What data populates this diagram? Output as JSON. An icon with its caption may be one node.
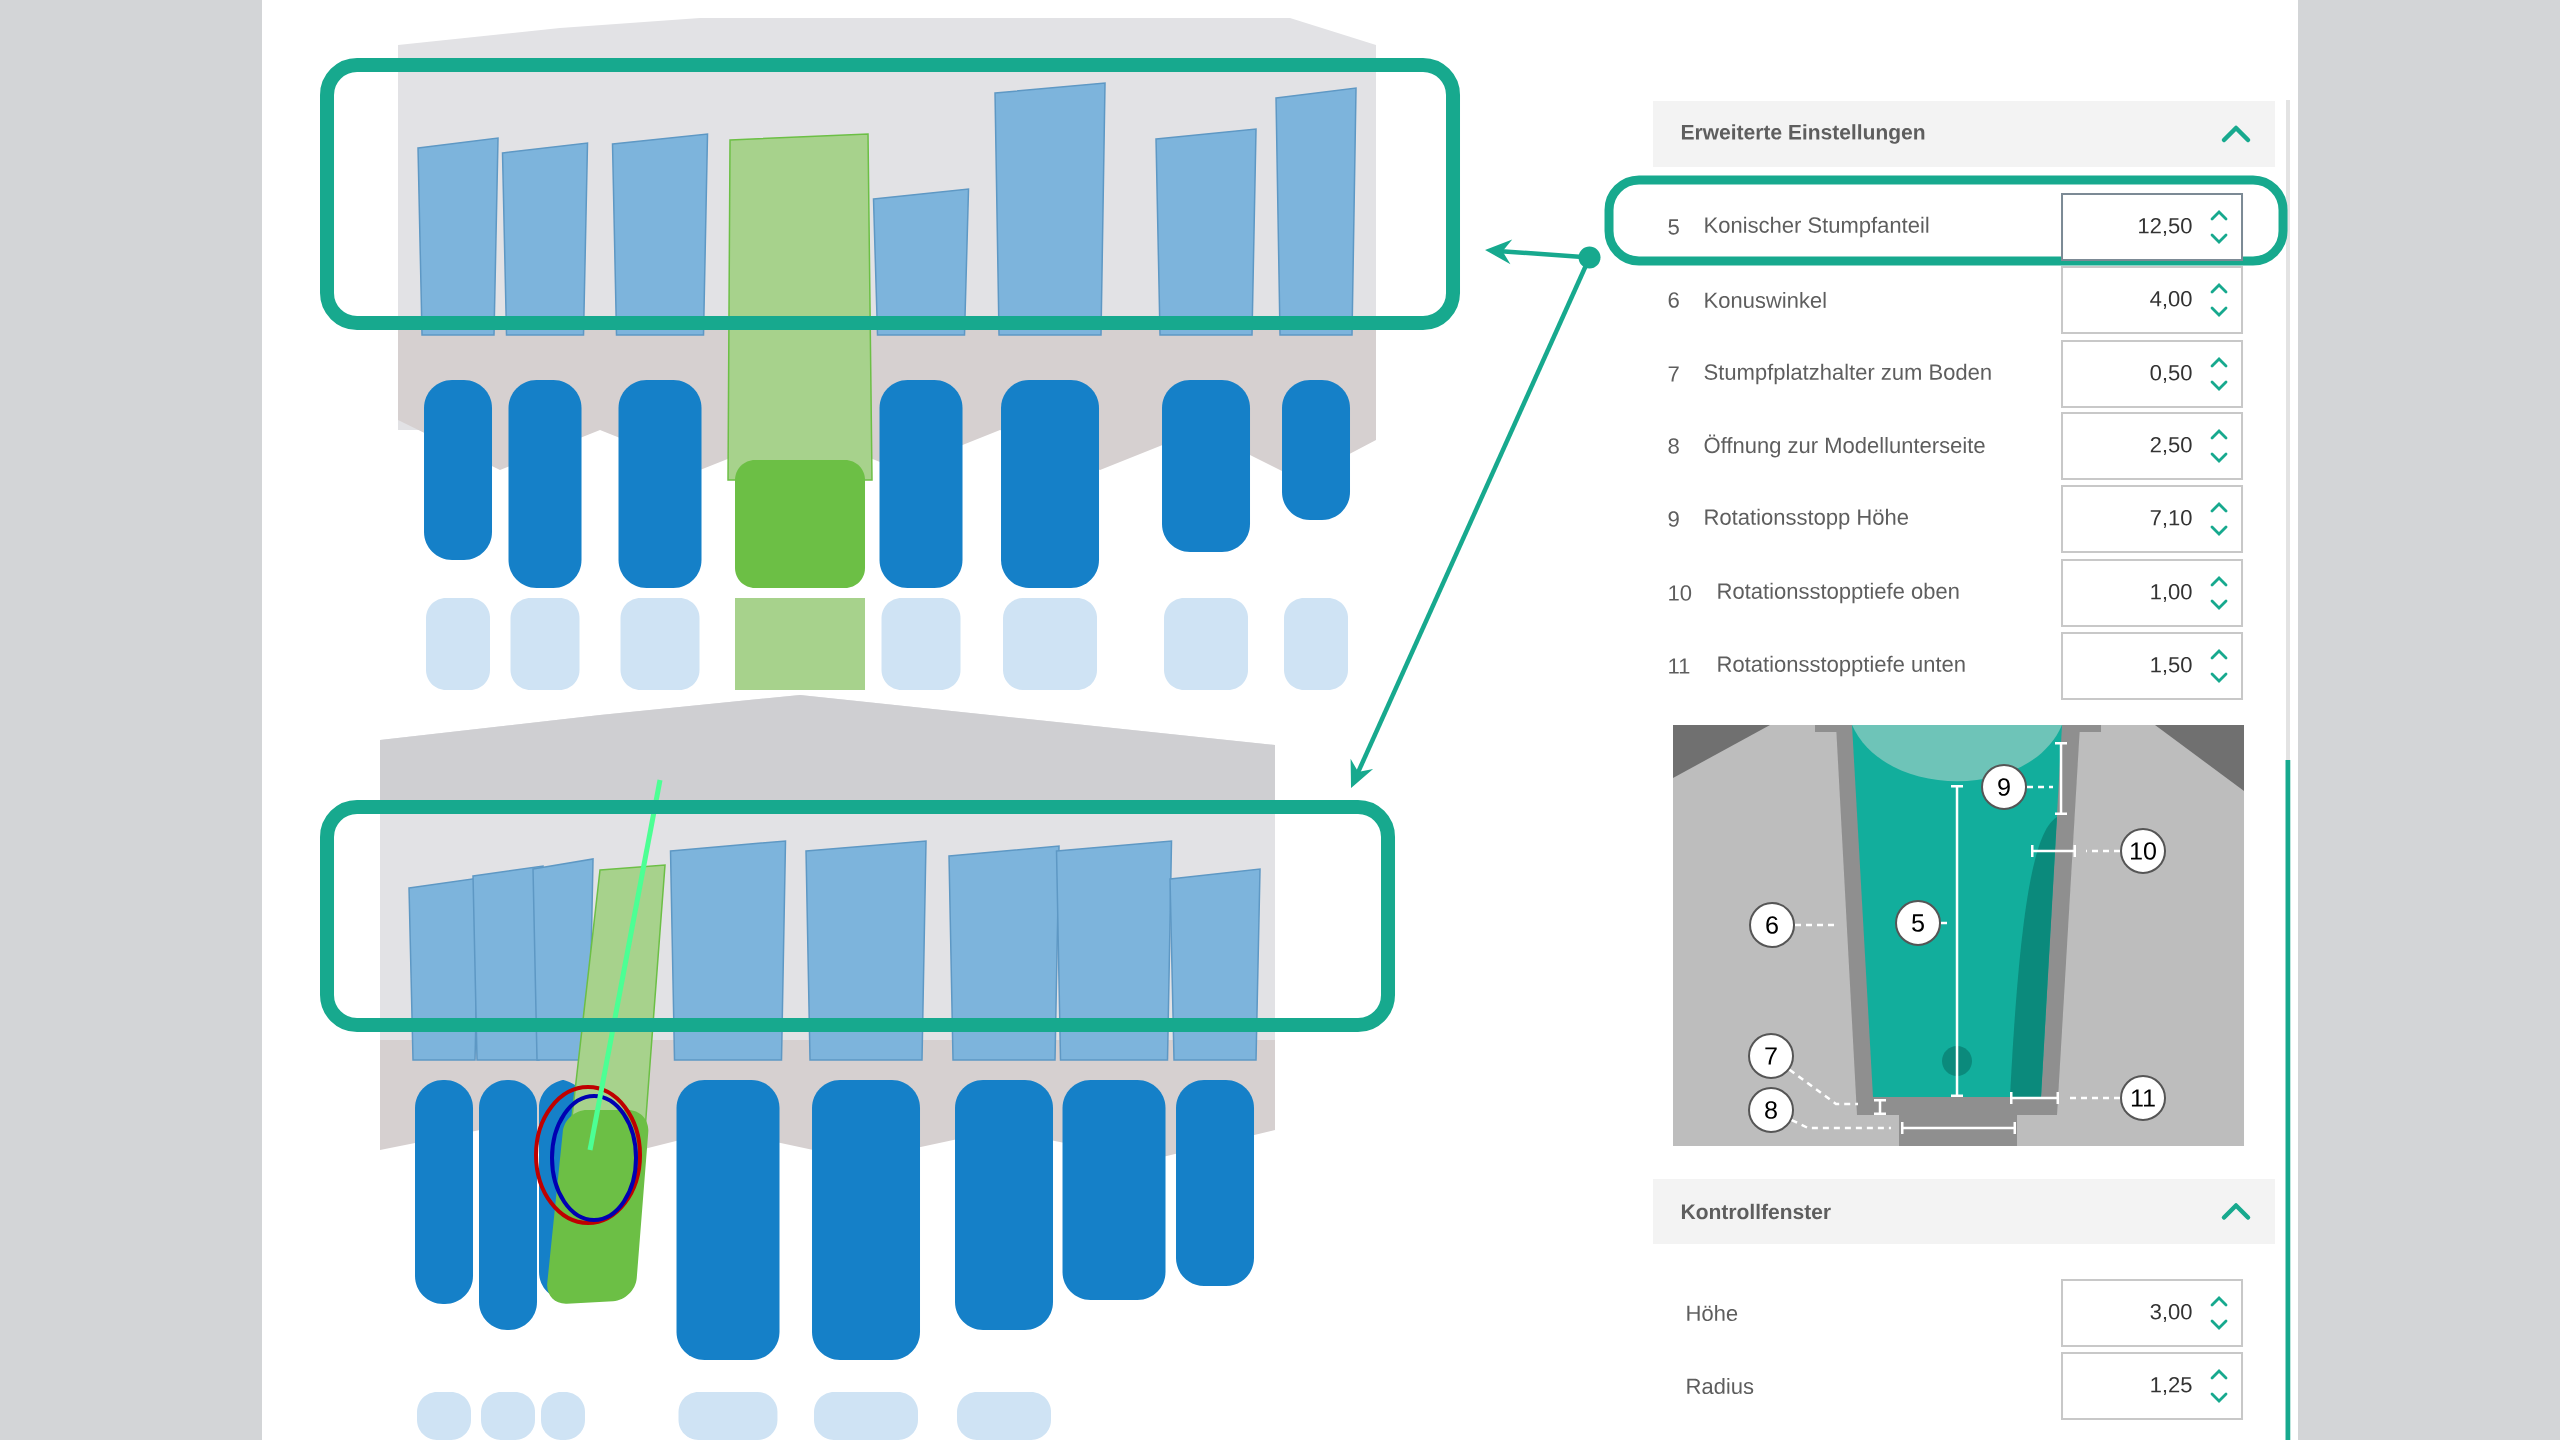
{
  "diagram": {
    "nodes": [
      {
        "text": [],
        "shape": "box"
      },
      {
        "text": [],
        "shape": "box"
      },
      {
        "text": [
          "5",
          "Konischer Stumpfanteil",
          "12,50"
        ]
      },
      {
        "text": [
          "9"
        ]
      },
      {
        "text": [
          "10"
        ]
      },
      {
        "text": [
          "6"
        ]
      },
      {
        "text": [
          "5"
        ]
      },
      {
        "text": [
          "7"
        ]
      },
      {
        "text": [
          "11"
        ]
      },
      {
        "text": [
          "8"
        ]
      }
    ],
    "edges": [
      {
        "from": 2,
        "to": 0,
        "arrow": "to",
        "color": "#17a98e"
      },
      {
        "from": 2,
        "to": 1,
        "arrow": "to",
        "color": "#17a98e"
      },
      {
        "from": 3,
        "to": null,
        "arrow": "none",
        "style": "dashed"
      },
      {
        "from": 4,
        "to": null,
        "arrow": "none",
        "style": "dashed"
      },
      {
        "from": 5,
        "to": null,
        "arrow": "none",
        "style": "dashed"
      },
      {
        "from": 6,
        "to": null,
        "arrow": "none",
        "style": "dashed"
      },
      {
        "from": 7,
        "to": null,
        "arrow": "none",
        "style": "dashed"
      },
      {
        "from": 8,
        "to": null,
        "arrow": "none",
        "style": "dashed"
      },
      {
        "from": 9,
        "to": null,
        "arrow": "none",
        "style": "dashed"
      }
    ],
    "labels": [
      "Erweiterte Einstellungen",
      "6",
      "Konuswinkel",
      "4,00",
      "7",
      "Stumpfplatzhalter zum Boden",
      "0,50",
      "8",
      "Öffnung zur Modellunterseite",
      "2,50",
      "9",
      "Rotationsstopp Höhe",
      "7,10",
      "10",
      "Rotationsstopptiefe oben",
      "1,00",
      "11",
      "Rotationsstopptiefe unten",
      "1,50",
      "Kontrollfenster",
      "Höhe",
      "3,00",
      "Radius",
      "1,25"
    ]
  }
}
